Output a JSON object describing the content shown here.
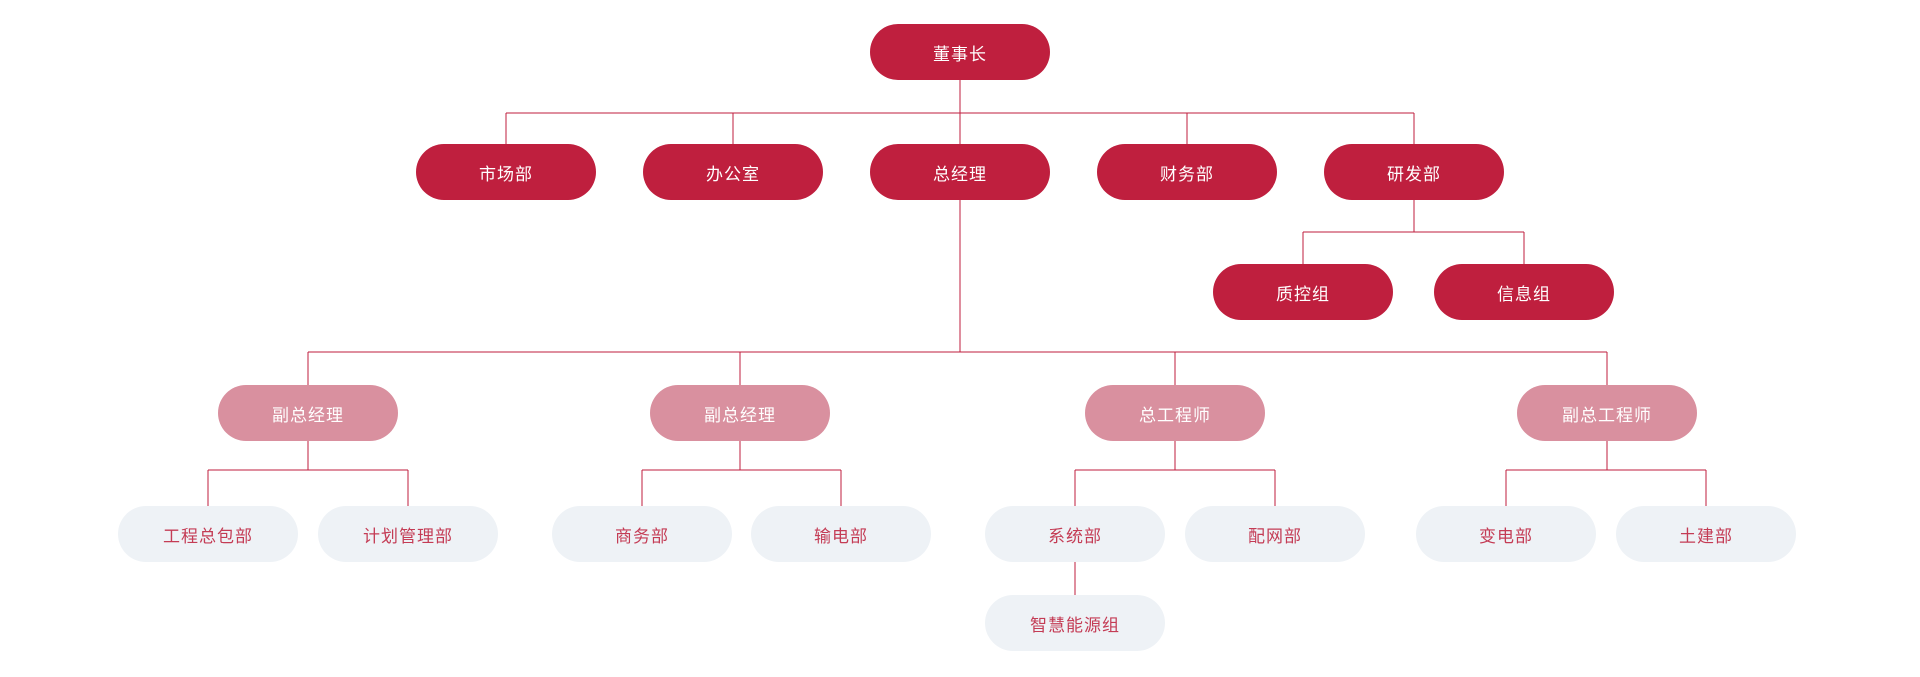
{
  "diagram": {
    "type": "org-chart",
    "background": "#ffffff",
    "colors": {
      "level_primary_fill": "#bf1f3e",
      "level_primary_text": "#ffffff",
      "level_secondary_fill": "#d9909f",
      "level_secondary_text": "#ffffff",
      "level_tertiary_fill": "#eef2f6",
      "level_tertiary_text": "#c43c55",
      "connector_line": "#bf1e3e"
    },
    "nodes": [
      {
        "id": "chairman",
        "label": "董事长",
        "level": 1,
        "parent": null
      },
      {
        "id": "marketing-dept",
        "label": "市场部",
        "level": 2,
        "parent": "chairman"
      },
      {
        "id": "office",
        "label": "办公室",
        "level": 2,
        "parent": "chairman"
      },
      {
        "id": "general-manager",
        "label": "总经理",
        "level": 2,
        "parent": "chairman"
      },
      {
        "id": "finance-dept",
        "label": "财务部",
        "level": 2,
        "parent": "chairman"
      },
      {
        "id": "rnd-dept",
        "label": "研发部",
        "level": 2,
        "parent": "chairman"
      },
      {
        "id": "quality-control-group",
        "label": "质控组",
        "level": 3,
        "parent": "rnd-dept"
      },
      {
        "id": "information-group",
        "label": "信息组",
        "level": 3,
        "parent": "rnd-dept"
      },
      {
        "id": "deputy-gm-1",
        "label": "副总经理",
        "level": 3,
        "parent": "general-manager"
      },
      {
        "id": "deputy-gm-2",
        "label": "副总经理",
        "level": 3,
        "parent": "general-manager"
      },
      {
        "id": "chief-engineer",
        "label": "总工程师",
        "level": 3,
        "parent": "general-manager"
      },
      {
        "id": "deputy-chief-engineer",
        "label": "副总工程师",
        "level": 3,
        "parent": "general-manager"
      },
      {
        "id": "epc-dept",
        "label": "工程总包部",
        "level": 4,
        "parent": "deputy-gm-1"
      },
      {
        "id": "planning-dept",
        "label": "计划管理部",
        "level": 4,
        "parent": "deputy-gm-1"
      },
      {
        "id": "commerce-dept",
        "label": "商务部",
        "level": 4,
        "parent": "deputy-gm-2"
      },
      {
        "id": "power-transmission-dept",
        "label": "输电部",
        "level": 4,
        "parent": "deputy-gm-2"
      },
      {
        "id": "system-dept",
        "label": "系统部",
        "level": 4,
        "parent": "chief-engineer"
      },
      {
        "id": "distribution-network-dept",
        "label": "配网部",
        "level": 4,
        "parent": "chief-engineer"
      },
      {
        "id": "substation-dept",
        "label": "变电部",
        "level": 4,
        "parent": "deputy-chief-engineer"
      },
      {
        "id": "civil-engineering-dept",
        "label": "土建部",
        "level": 4,
        "parent": "deputy-chief-engineer"
      },
      {
        "id": "smart-energy-group",
        "label": "智慧能源组",
        "level": 5,
        "parent": "system-dept"
      }
    ]
  }
}
